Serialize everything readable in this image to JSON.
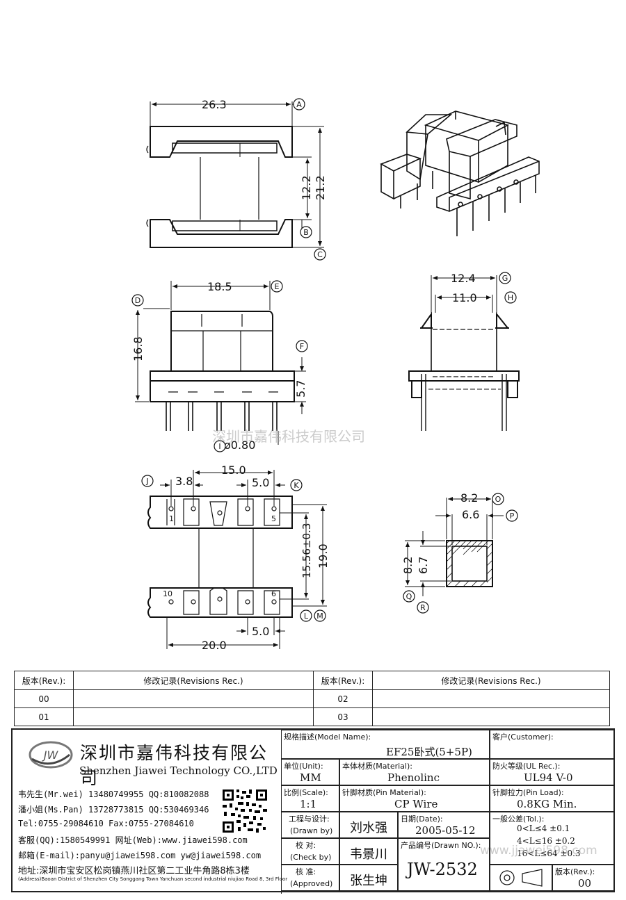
{
  "dimensions": {
    "top_width": "26.3",
    "top_inner": "12.2",
    "top_height": "21.2",
    "front_width": "18.5",
    "front_height": "16.8",
    "front_pin": "5.7",
    "pin_dia": "ø0.80",
    "side_outer": "12.4",
    "side_inner": "11.0",
    "bottom_span": "15.0",
    "bottom_pitch_a": "3.8",
    "bottom_pitch_b": "5.0",
    "bottom_row": "15.56±0.3",
    "bottom_total": "19.0",
    "bottom_width": "20.0",
    "bottom_pitch_c": "5.0",
    "hole_outer_w": "8.2",
    "hole_inner_w": "6.6",
    "hole_outer_h": "8.2",
    "hole_inner_h": "6.7"
  },
  "datum_labels": {
    "A": "A",
    "B": "B",
    "C": "C",
    "D": "D",
    "E": "E",
    "F": "F",
    "G": "G",
    "H": "H",
    "I": "I",
    "J": "J",
    "K": "K",
    "L": "L",
    "M": "M",
    "O": "O",
    "P": "P",
    "Q": "Q",
    "R": "R"
  },
  "pin_numbers": {
    "p1": "1",
    "p5": "5",
    "p10": "10",
    "p6": "6"
  },
  "watermark": "深圳市嘉伟科技有限公司",
  "watermark_url": "www.jjawei598.com",
  "revisions": {
    "rev_header": "版本(Rev.):",
    "rec_header": "修改记录(Revisions Rec.)",
    "rows": [
      {
        "rev_left": "00",
        "rev_right": "02"
      },
      {
        "rev_left": "01",
        "rev_right": "03"
      }
    ]
  },
  "company": {
    "logo_text": "JW",
    "name_cn": "深圳市嘉伟科技有限公司",
    "name_en": "Shenzhen Jiawei Technology CO.,LTD",
    "contacts": [
      "韦先生(Mr.wei) 13480749955 QQ:810082088",
      "潘小姐(Ms.Pan) 13728773815 QQ:530469346",
      "Tel:0755-29084610      Fax:0755-27084610",
      "客服(QQ):1580549991    网址(Web):www.jiawei598.com",
      "邮箱(E-mail):panyu@jiawei598.com  yw@jiawei598.com"
    ],
    "address": "地址:深圳市宝安区松岗镇燕川社区第二工业牛角路8栋3楼",
    "address_en": "(Address)Baoan District of Shenzhen City Songgang Town Yanchuan  second industrial niujiao Road 8, 3rd Floor"
  },
  "title_block": {
    "model_label": "规格描述(Model Name):",
    "model_value": "EF25卧式(5+5P)",
    "customer_label": "客户(Customer):",
    "customer_value": "",
    "unit_label": "单位(Unit):",
    "unit_value": "MM",
    "material_label": "本体材质(Material):",
    "material_value": "Phenolinc",
    "ul_label": "防火等级(UL Rec.):",
    "ul_value": "UL94 V-0",
    "scale_label": "比例(Scale):",
    "scale_value": "1:1",
    "pin_material_label": "针脚材质(Pin Material):",
    "pin_material_value": "CP Wire",
    "pin_load_label": "针脚拉力(Pin Load):",
    "pin_load_value": "0.8KG Min.",
    "drawn_label": "工程与设计:",
    "drawn_label_en": "(Drawn by)",
    "drawn_value": "刘水强",
    "date_label": "日期(Date):",
    "date_value": "2005-05-12",
    "tol_label": "一般公差(Tol.):",
    "tolerances": [
      "0<L≤4    ±0.1",
      "4<L≤16   ±0.2",
      "16<L≤64  ±0.3"
    ],
    "check_label": "校  对:",
    "check_label_en": "(Check by)",
    "check_value": "韦景川",
    "drawn_no_label": "产品编号(Drawn NO.):",
    "drawn_no_value": "JW-2532",
    "approved_label": "核  准:",
    "approved_label_en": "(Approved)",
    "approved_value": "张生坤",
    "rev_label": "版本(Rev.):",
    "rev_value": "00"
  }
}
